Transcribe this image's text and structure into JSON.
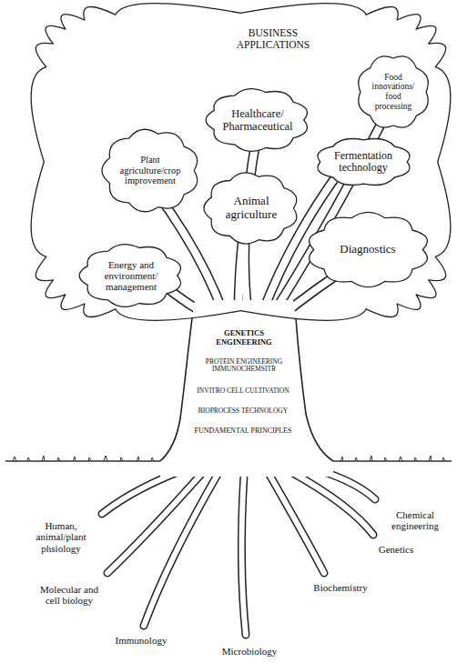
{
  "diagram": {
    "nodes": [
      {
        "text": [
          "BUSINESS APPLICATIONS"
        ]
      },
      {
        "text": [
          "Healthcare/ Pharmaceutical"
        ],
        "in": 0
      },
      {
        "text": [
          "Food innovations/ food processing"
        ],
        "in": 0
      },
      {
        "text": [
          "Plant agriculture/crop improvement"
        ],
        "in": 0
      },
      {
        "text": [
          "Fermentation technology"
        ],
        "in": 0
      },
      {
        "text": [
          "Animal agriculture"
        ],
        "in": 0
      },
      {
        "text": [
          "Diagnostics"
        ],
        "in": 0
      },
      {
        "text": [
          "Energy and environment/ management"
        ],
        "in": 0
      }
    ],
    "labels": [
      "GENETICS ENGINEERING",
      "PROTEIN ENGINEERING IMMUNOCHEMSITR",
      "INVITRO CELL CULTIVATION",
      "BIOPROCESS TECHNOLOGY",
      "FUNDAMENTAL PRINCIPLES",
      "Human, animal/plant phsiology",
      "Molecular and cell biology",
      "Immunology",
      "Microbiology",
      "Biochemistry",
      "Genetics",
      "Chemical engineering"
    ]
  }
}
